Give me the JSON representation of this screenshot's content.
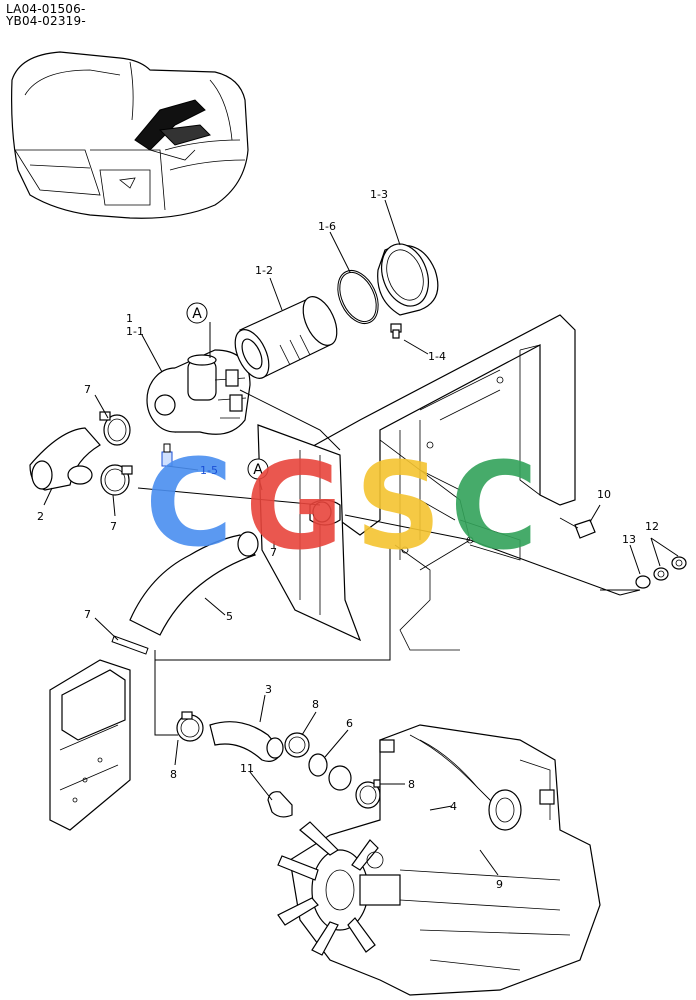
{
  "header": {
    "code_1": "LA04-01506-",
    "code_2": "YB04-02319-"
  },
  "callouts": {
    "p1": "1",
    "p1_1": "1-1",
    "p1_2": "1-2",
    "p1_3": "1-3",
    "p1_4": "1-4",
    "p1_5": "1-5",
    "p1_6": "1-6",
    "p2": "2",
    "p3": "3",
    "p4": "4",
    "p5": "5",
    "p6": "6",
    "p7a": "7",
    "p7b": "7",
    "p7c": "7",
    "p7d": "7",
    "p8a": "8",
    "p8b": "8",
    "p8c": "8",
    "p9": "9",
    "p10": "10",
    "p11": "11",
    "p12": "12",
    "p13": "13"
  },
  "markers": {
    "a_top": "A",
    "a_mid": "A"
  },
  "watermark": {
    "letters": [
      "C",
      "G",
      "S",
      "C"
    ],
    "colors": [
      "#4a8ef0",
      "#e8453c",
      "#f4c430",
      "#33a35a"
    ]
  },
  "colors": {
    "line": "#000000",
    "highlight": "#1a4fd6"
  }
}
